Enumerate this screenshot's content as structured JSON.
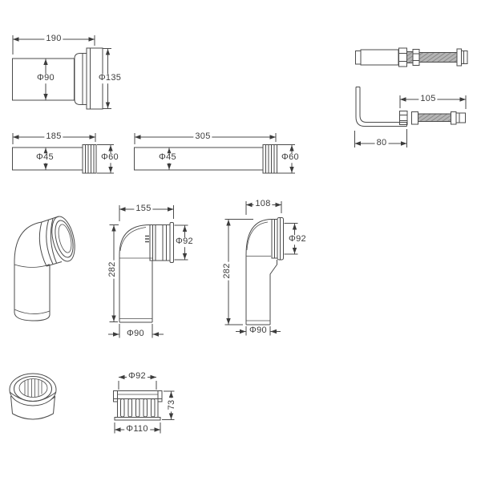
{
  "page": {
    "background": "#ffffff",
    "line_color": "#4b4b4b",
    "thread_fill": "#b5b5b5",
    "thread_hatch": "#7d7d7d"
  },
  "parts": {
    "pan_connector": {
      "labels": {
        "length": "190",
        "pipe_diameter": "Φ90",
        "flange_diameter": "Φ135"
      }
    },
    "extension_pipe_short": {
      "labels": {
        "length": "185",
        "pipe_diameter": "Φ45",
        "socket_diameter": "Φ60"
      }
    },
    "extension_pipe_long": {
      "labels": {
        "length": "305",
        "pipe_diameter": "Φ45",
        "socket_diameter": "Φ60"
      }
    },
    "fixing_bolt_kit": {
      "labels": {
        "bolt_length": "105",
        "bracket_width": "80"
      }
    },
    "elbow_wide": {
      "labels": {
        "width": "155",
        "socket_diameter": "Φ92",
        "height": "282",
        "outlet_diameter": "Φ90"
      }
    },
    "elbow_narrow": {
      "labels": {
        "width": "108",
        "socket_diameter": "Φ92",
        "height": "282",
        "outlet_diameter": "Φ90"
      }
    },
    "strainer_cap": {
      "labels": {
        "top_diameter": "Φ92",
        "height": "73",
        "base_diameter": "Φ110"
      }
    }
  }
}
